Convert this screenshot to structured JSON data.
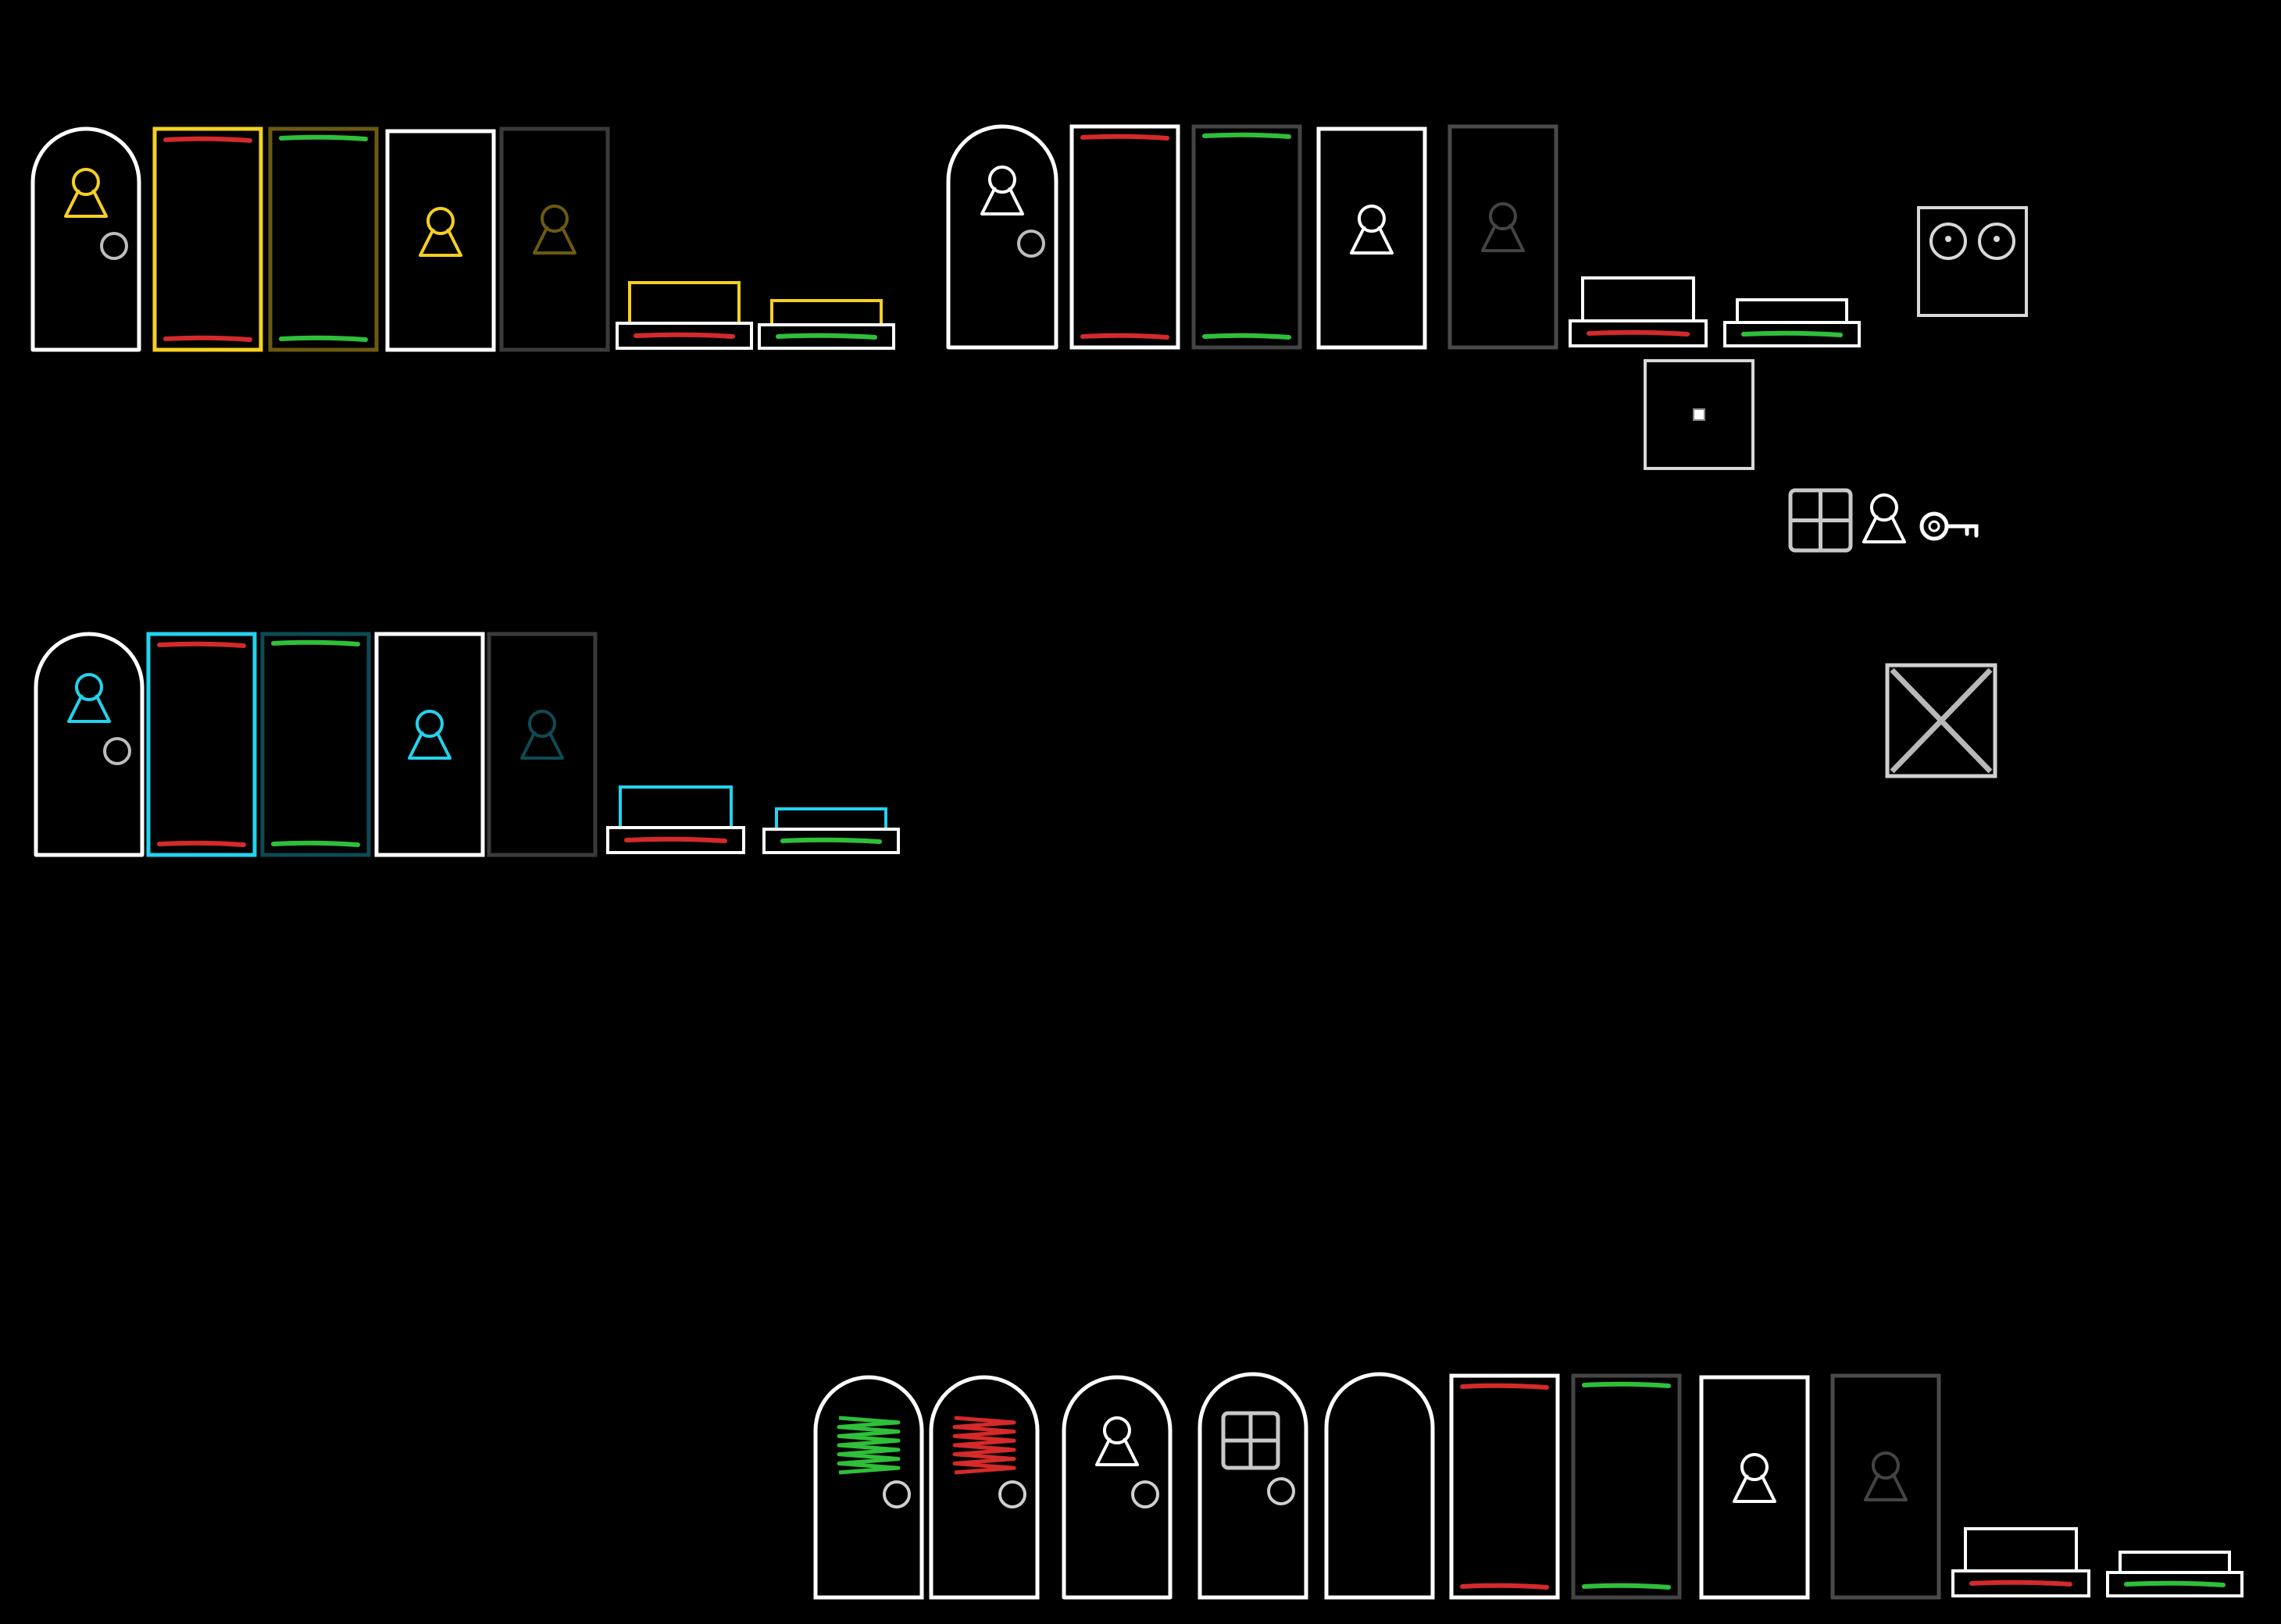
{
  "sheet": {
    "title": "",
    "background": "#000000"
  },
  "palette": {
    "white": "#ffffff",
    "yellow": "#f5d020",
    "yellow_dim": "#6b5a10",
    "cyan": "#22d3ee",
    "cyan_dim": "#0e4a55",
    "gray": "#8a8a8a",
    "gray_dim": "#444444",
    "red": "#d42a2a",
    "green": "#2fbf3a"
  },
  "sets": [
    {
      "id": "yellow-set",
      "accent": "yellow",
      "accent_dim": "yellow_dim"
    },
    {
      "id": "white-set",
      "accent": "white",
      "accent_dim": "gray_dim"
    },
    {
      "id": "cyan-set",
      "accent": "cyan",
      "accent_dim": "cyan_dim"
    },
    {
      "id": "bottom-set",
      "accent": "white",
      "accent_dim": "gray_dim"
    }
  ],
  "sprites": [
    {
      "kind": "arched-door",
      "name": "yellow-locked-door",
      "set": 0
    },
    {
      "kind": "gate-closed",
      "name": "yellow-gate-closed",
      "set": 0
    },
    {
      "kind": "gate-open",
      "name": "yellow-gate-open",
      "set": 0
    },
    {
      "kind": "lock-block",
      "name": "yellow-lock-block",
      "set": 0
    },
    {
      "kind": "lock-block-dim",
      "name": "yellow-lock-block-unlocked",
      "set": 0
    },
    {
      "kind": "switch-up",
      "name": "yellow-switch-up",
      "set": 0
    },
    {
      "kind": "switch-down",
      "name": "yellow-switch-down",
      "set": 0
    },
    {
      "kind": "arched-door",
      "name": "white-locked-door",
      "set": 1
    },
    {
      "kind": "gate-closed",
      "name": "white-gate-closed",
      "set": 1
    },
    {
      "kind": "gate-open",
      "name": "white-gate-open",
      "set": 1
    },
    {
      "kind": "lock-block",
      "name": "white-lock-block",
      "set": 1
    },
    {
      "kind": "lock-block-dim",
      "name": "white-lock-block-unlocked",
      "set": 1
    },
    {
      "kind": "switch-up",
      "name": "white-switch-up",
      "set": 1
    },
    {
      "kind": "switch-down",
      "name": "white-switch-down",
      "set": 1
    },
    {
      "kind": "eyes-block",
      "name": "eyes-block",
      "set": 1
    },
    {
      "kind": "dot-block",
      "name": "dot-block",
      "set": 1
    },
    {
      "kind": "window-icon",
      "name": "window-icon",
      "set": 1
    },
    {
      "kind": "keyhole-icon",
      "name": "keyhole-icon",
      "set": 1
    },
    {
      "kind": "key-icon",
      "name": "key-icon",
      "set": 1
    },
    {
      "kind": "x-crate",
      "name": "x-crate",
      "set": 1
    },
    {
      "kind": "arched-door",
      "name": "cyan-locked-door",
      "set": 2
    },
    {
      "kind": "gate-closed",
      "name": "cyan-gate-closed",
      "set": 2
    },
    {
      "kind": "gate-open",
      "name": "cyan-gate-open",
      "set": 2
    },
    {
      "kind": "lock-block",
      "name": "cyan-lock-block",
      "set": 2
    },
    {
      "kind": "lock-block-dim",
      "name": "cyan-lock-block-unlocked",
      "set": 2
    },
    {
      "kind": "switch-up",
      "name": "cyan-switch-up",
      "set": 2
    },
    {
      "kind": "switch-down",
      "name": "cyan-switch-down",
      "set": 2
    },
    {
      "kind": "door-green-window",
      "name": "door-green-window",
      "set": 3
    },
    {
      "kind": "door-red-window",
      "name": "door-red-window",
      "set": 3
    },
    {
      "kind": "arched-door",
      "name": "door-keyhole",
      "set": 3
    },
    {
      "kind": "door-window",
      "name": "door-window",
      "set": 3
    },
    {
      "kind": "door-plain",
      "name": "door-plain",
      "set": 3
    },
    {
      "kind": "gate-closed",
      "name": "gate-closed",
      "set": 3
    },
    {
      "kind": "gate-open",
      "name": "gate-open",
      "set": 3
    },
    {
      "kind": "lock-block",
      "name": "lock-block",
      "set": 3
    },
    {
      "kind": "lock-block-dim",
      "name": "lock-block-unlocked",
      "set": 3
    },
    {
      "kind": "switch-up",
      "name": "switch-up",
      "set": 3
    },
    {
      "kind": "switch-down",
      "name": "switch-down",
      "set": 3
    }
  ]
}
